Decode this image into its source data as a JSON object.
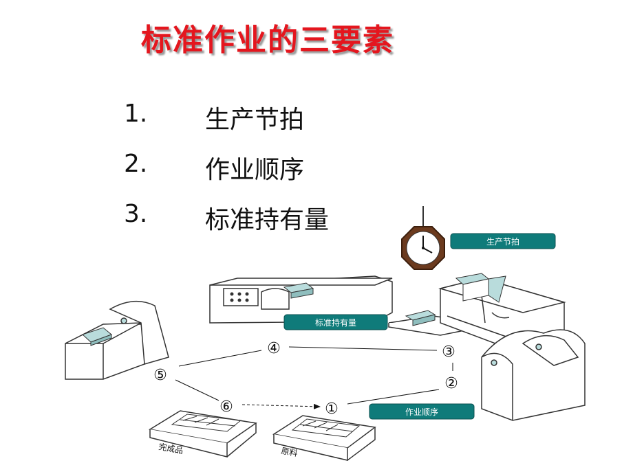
{
  "title": "标准作业的三要素",
  "items": [
    {
      "num": "1.",
      "text": "生产节拍"
    },
    {
      "num": "2.",
      "text": "作业顺序"
    },
    {
      "num": "3.",
      "text": "标准持有量"
    }
  ],
  "labels": {
    "takt": "生产节拍",
    "wip": "标准持有量",
    "sequence": "作业顺序"
  },
  "steps": [
    "①",
    "②",
    "③",
    "④",
    "⑤",
    "⑥"
  ],
  "trays": {
    "finished": "完成品",
    "raw": "原料"
  },
  "colors": {
    "title": "#e4161e",
    "label_bg": "#0f7b7a",
    "part": "#b9dcdc"
  }
}
